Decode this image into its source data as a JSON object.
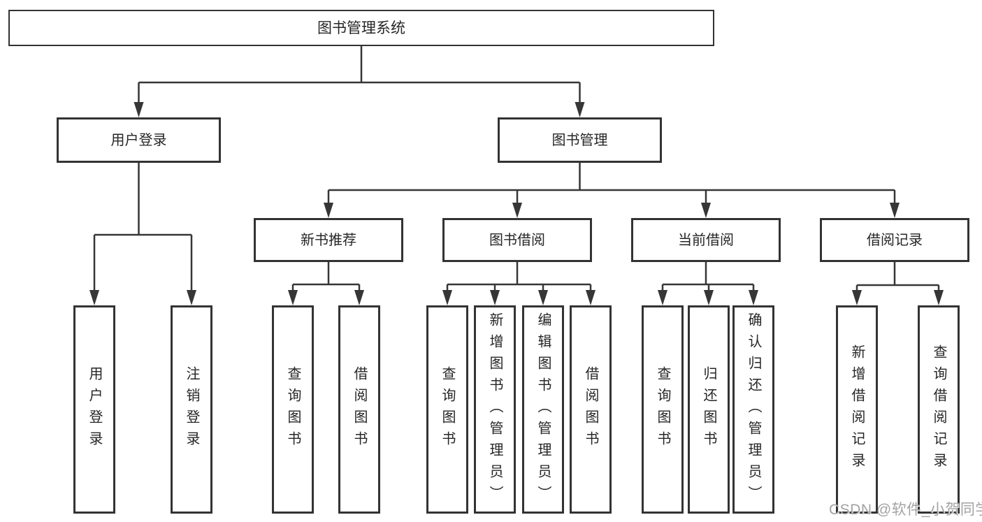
{
  "diagram": {
    "type": "hierarchy-tree",
    "root": {
      "label": "图书管理系统",
      "children": [
        {
          "label": "用户登录",
          "children": [
            {
              "label": "用户登录"
            },
            {
              "label": "注销登录"
            }
          ]
        },
        {
          "label": "图书管理",
          "children": [
            {
              "label": "新书推荐",
              "children": [
                {
                  "label": "查询图书"
                },
                {
                  "label": "借阅图书"
                }
              ]
            },
            {
              "label": "图书借阅",
              "children": [
                {
                  "label": "查询图书"
                },
                {
                  "label": "新增图书（管理员）"
                },
                {
                  "label": "编辑图书（管理员）"
                },
                {
                  "label": "借阅图书"
                }
              ]
            },
            {
              "label": "当前借阅",
              "children": [
                {
                  "label": "查询图书"
                },
                {
                  "label": "归还图书"
                },
                {
                  "label": "确认归还（管理员）"
                }
              ]
            },
            {
              "label": "借阅记录",
              "children": [
                {
                  "label": "新增借阅记录"
                },
                {
                  "label": "查询借阅记录"
                }
              ]
            }
          ]
        }
      ]
    }
  },
  "watermark": "CSDN @软件_小贺同学",
  "colors": {
    "line": "#363636",
    "box_border": "#333333",
    "text": "#262626",
    "background": "#ffffff",
    "watermark": "#a3a3a3"
  }
}
